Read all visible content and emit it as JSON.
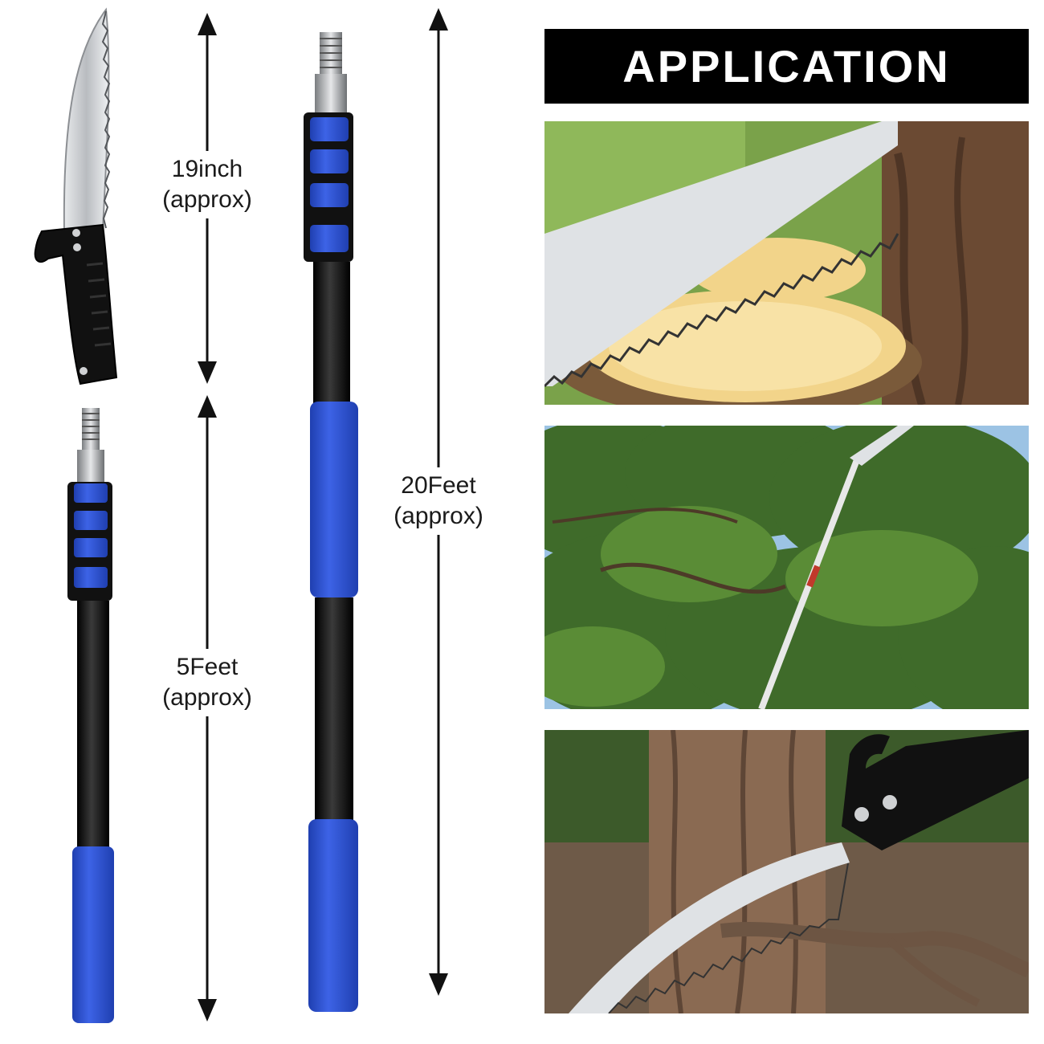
{
  "measurements": {
    "saw": {
      "value": "19inch",
      "note": "(approx)"
    },
    "pole_short": {
      "value": "5Feet",
      "note": "(approx)"
    },
    "pole_long": {
      "value": "20Feet",
      "note": "(approx)"
    }
  },
  "banner": {
    "title": "APPLICATION"
  },
  "colors": {
    "grip_blue": "#2f56d6",
    "pole_black": "#111111",
    "blade_silver": "#c9ccd0",
    "banner_bg": "#000000"
  },
  "photos": [
    {
      "scene": "saw-cutting-branch-stump"
    },
    {
      "scene": "pole-saw-in-pine-tree"
    },
    {
      "scene": "saw-hooked-on-tree-branch"
    }
  ]
}
